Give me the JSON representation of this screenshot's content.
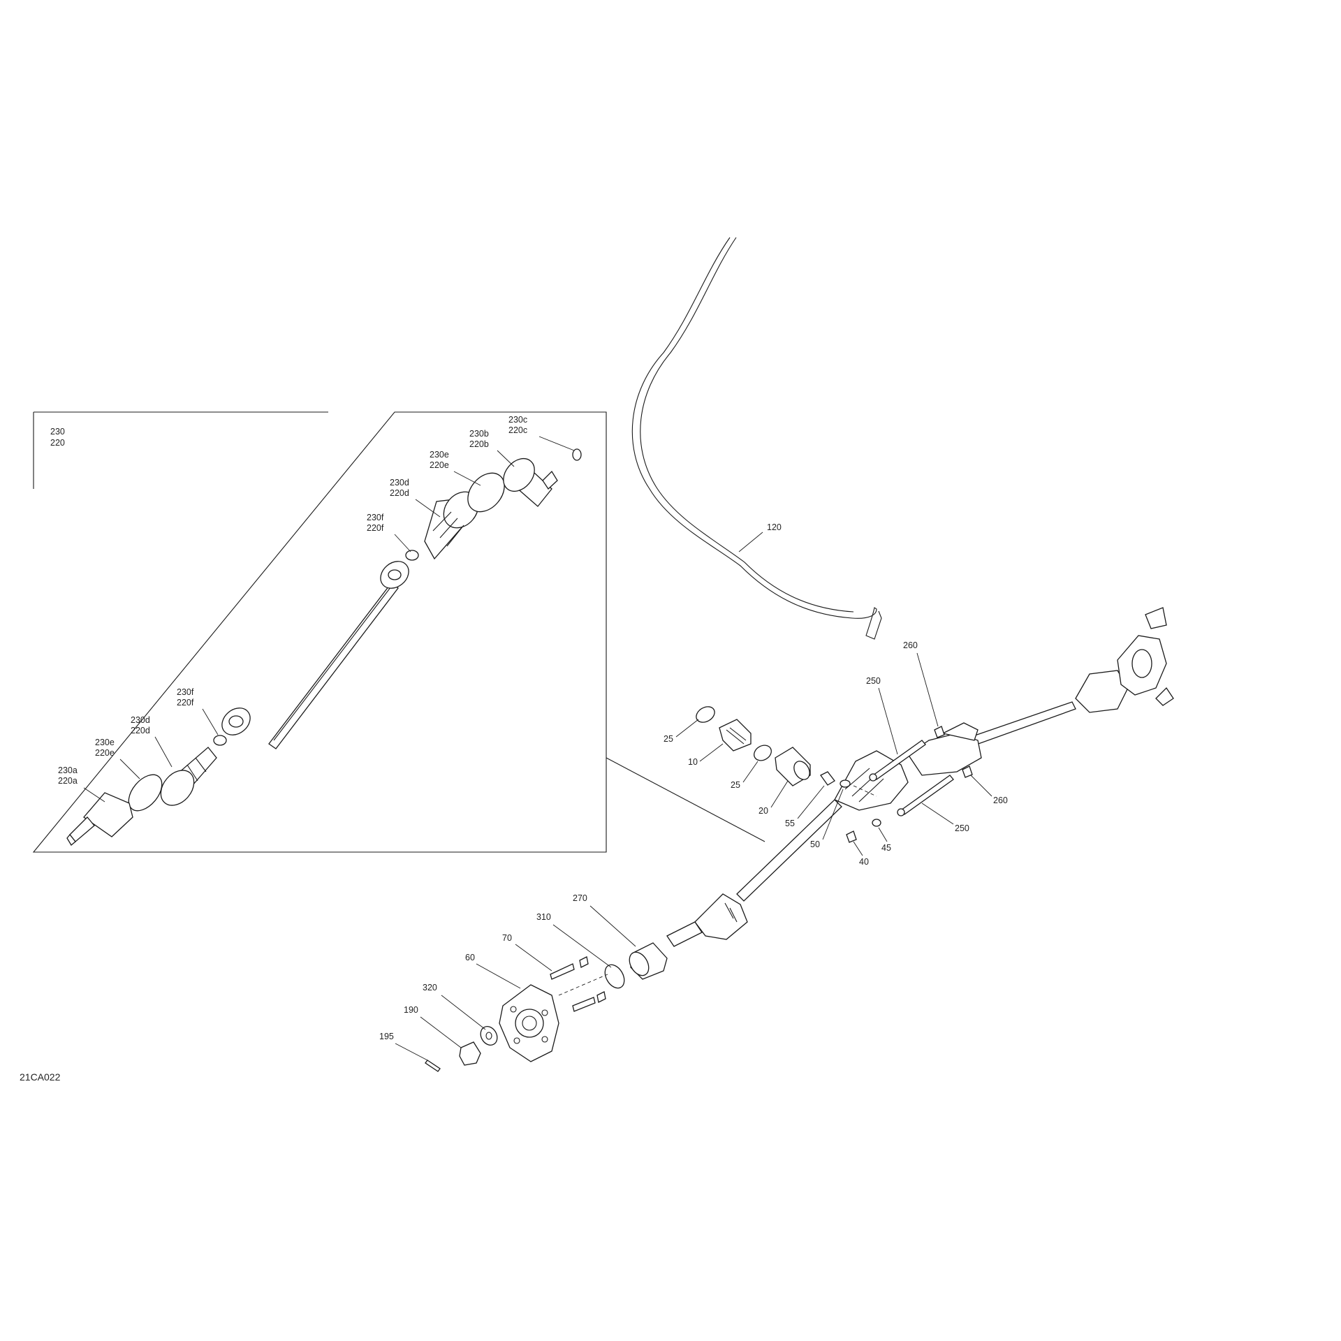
{
  "figure_code": "21CA022",
  "inset": {
    "header": [
      "230",
      "220"
    ],
    "labels": {
      "c": [
        "230c",
        "220c"
      ],
      "b": [
        "230b",
        "220b"
      ],
      "e_top": [
        "230e",
        "220e"
      ],
      "d_top": [
        "230d",
        "220d"
      ],
      "f_top": [
        "230f",
        "220f"
      ],
      "f_bot": [
        "230f",
        "220f"
      ],
      "d_bot": [
        "230d",
        "220d"
      ],
      "e_bot": [
        "230e",
        "220e"
      ],
      "a": [
        "230a",
        "220a"
      ]
    }
  },
  "callouts": {
    "p120": "120",
    "p25a": "25",
    "p10": "10",
    "p25b": "25",
    "p20": "20",
    "p55": "55",
    "p50": "50",
    "p250a": "250",
    "p260a": "260",
    "p260b": "260",
    "p250b": "250",
    "p45": "45",
    "p40": "40",
    "p270": "270",
    "p310": "310",
    "p70": "70",
    "p60": "60",
    "p320": "320",
    "p190": "190",
    "p195": "195"
  }
}
